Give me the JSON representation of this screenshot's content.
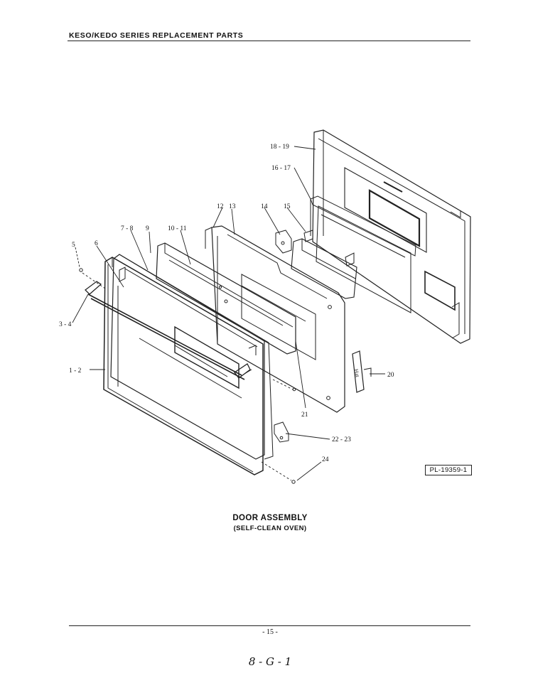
{
  "header": {
    "title": "KESO/KEDO SERIES REPLACEMENT PARTS"
  },
  "caption": {
    "title": "DOOR ASSEMBLY",
    "subtitle": "(SELF-CLEAN OVEN)"
  },
  "plate_id": "PL-19359-1",
  "footer": {
    "page_number": "- 15 -",
    "handwritten_note": "8 - G - 1"
  },
  "callouts": {
    "c1819": "18 - 19",
    "c1617": "16 - 17",
    "c12": "12",
    "c13": "13",
    "c14": "14",
    "c15": "15",
    "c78": "7 - 8",
    "c9": "9",
    "c1011": "10 - 11",
    "c5": "5",
    "c6": "6",
    "c34": "3 - 4",
    "c12b": "1 - 2",
    "c20": "20",
    "c21": "21",
    "c2223": "22 - 23",
    "c24": "24"
  }
}
